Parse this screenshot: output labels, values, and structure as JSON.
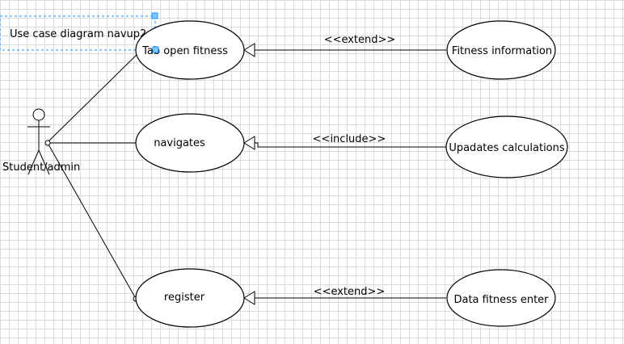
{
  "diagram": {
    "title": "Use case diagram navup2",
    "actor": {
      "label": "Student/admin"
    },
    "use_cases": [
      {
        "id": "tab",
        "label": "Tab open fitness"
      },
      {
        "id": "nav",
        "label": "navigates"
      },
      {
        "id": "reg",
        "label": "register"
      },
      {
        "id": "fit",
        "label": "Fitness information"
      },
      {
        "id": "upd",
        "label": "Upadates calculations"
      },
      {
        "id": "dat",
        "label": "Data fitness enter"
      }
    ],
    "relations": [
      {
        "from": "fit",
        "to": "tab",
        "label": "<<extend>>"
      },
      {
        "from": "upd",
        "to": "nav",
        "label": "<<include>>"
      },
      {
        "from": "dat",
        "to": "reg",
        "label": "<<extend>>"
      }
    ],
    "colors": {
      "line": "#000000",
      "grid": "#d7dbe3",
      "selection": "#1e90ff"
    }
  }
}
